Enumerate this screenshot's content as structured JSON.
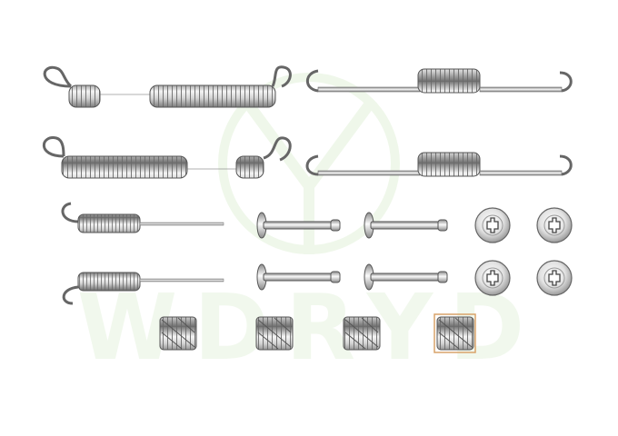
{
  "watermark": {
    "text": "WDRYD",
    "color": "#e2f1d9"
  },
  "colors": {
    "metal_light": "#f2f2f2",
    "metal_mid": "#c9c9c9",
    "metal_dark": "#6d6d6d",
    "outline": "#555555",
    "highlight_frame": "#d9a36a"
  },
  "parts": {
    "return_springs_long": 2,
    "return_springs_straight": 2,
    "adjuster_springs": 2,
    "retaining_pins": 4,
    "pin_cups": 4,
    "hold_down_springs": 4,
    "highlighted_item": "hold-down-spring-4"
  }
}
